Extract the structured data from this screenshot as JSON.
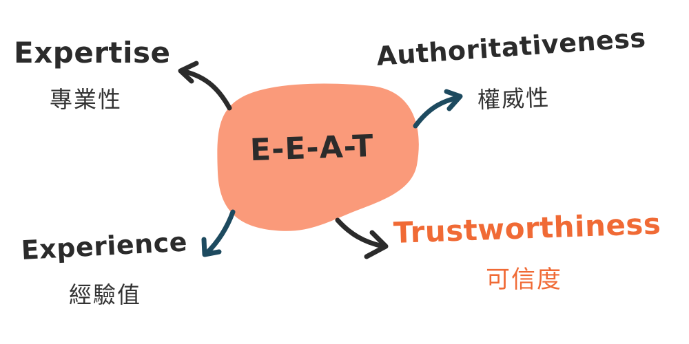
{
  "diagram": {
    "center": {
      "label": "E-E-A-T",
      "fill": "#fa9a7a"
    },
    "nodes": [
      {
        "id": "expertise",
        "label_en": "Expertise",
        "label_zh": "專業性",
        "color": "#2b2b2b",
        "arrow_color": "#2b2b2b"
      },
      {
        "id": "authoritativeness",
        "label_en": "Authoritativeness",
        "label_zh": "權威性",
        "color": "#2b2b2b",
        "arrow_color": "#1d4a5f"
      },
      {
        "id": "experience",
        "label_en": "Experience",
        "label_zh": "經驗值",
        "color": "#2b2b2b",
        "arrow_color": "#1d4a5f"
      },
      {
        "id": "trustworthiness",
        "label_en": "Trustworthiness",
        "label_zh": "可信度",
        "color": "#f06a35",
        "arrow_color": "#2b2b2b"
      }
    ]
  }
}
